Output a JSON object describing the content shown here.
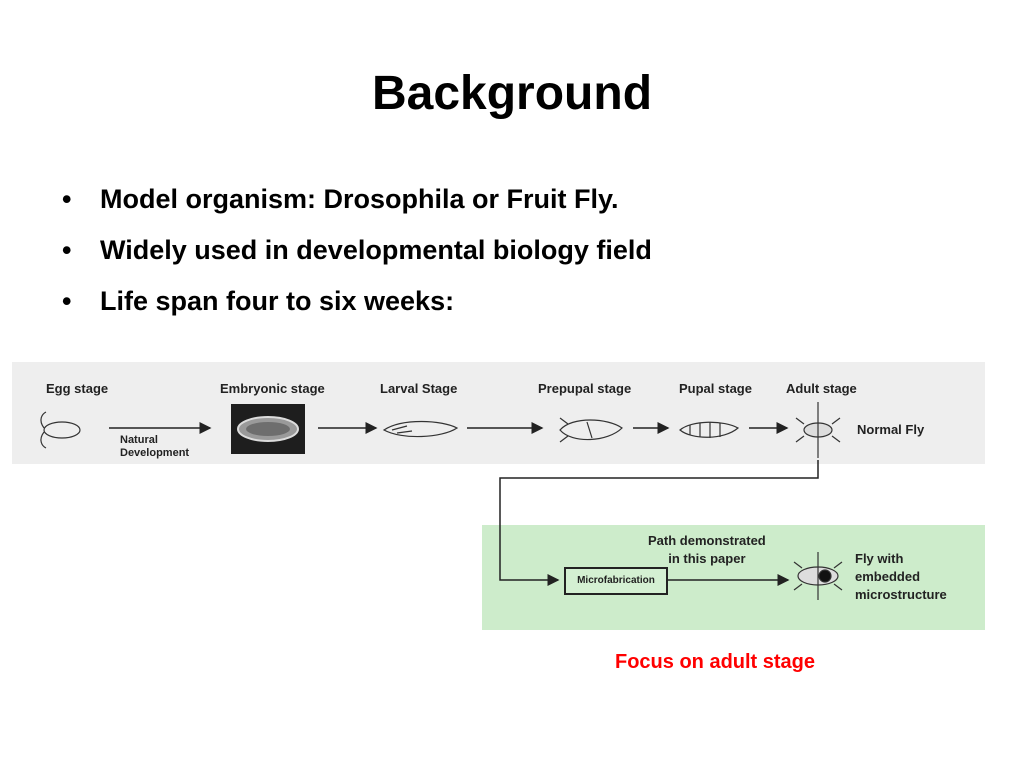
{
  "slide": {
    "title": "Background",
    "bullets": [
      "Model organism: Drosophila or Fruit Fly.",
      "Widely used in developmental biology field",
      "Life span four to six weeks:"
    ],
    "bullet_symbol": "•"
  },
  "diagram": {
    "stages": [
      "Egg stage",
      "Embryonic stage",
      "Larval Stage",
      "Prepupal stage",
      "Pupal stage",
      "Adult stage"
    ],
    "natural_development": "Natural\nDevelopment",
    "normal_fly": "Normal Fly",
    "path_label": "Path demonstrated\nin this paper",
    "microfabrication": "Microfabrication",
    "result_label": "Fly with\nembedded\nmicrostructure",
    "colors": {
      "top_band": "#eeeeee",
      "green_band": "#cdeccb",
      "focus_text": "#ff0000"
    }
  },
  "caption": "Focus on adult stage"
}
